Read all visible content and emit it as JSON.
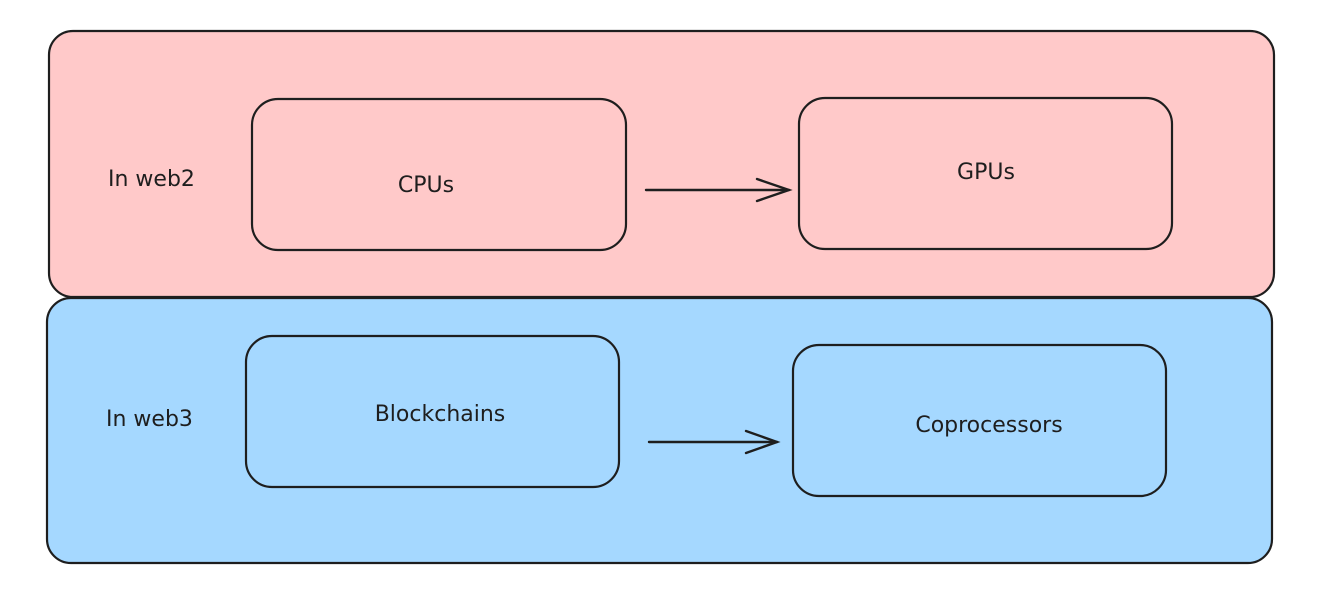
{
  "rows": [
    {
      "label": "In web2",
      "color": "#ffc9c9",
      "from": "CPUs",
      "to": "GPUs"
    },
    {
      "label": "In web3",
      "color": "#a5d8ff",
      "from": "Blockchains",
      "to": "Coprocessors"
    }
  ],
  "stroke_color": "#1e1e1e"
}
